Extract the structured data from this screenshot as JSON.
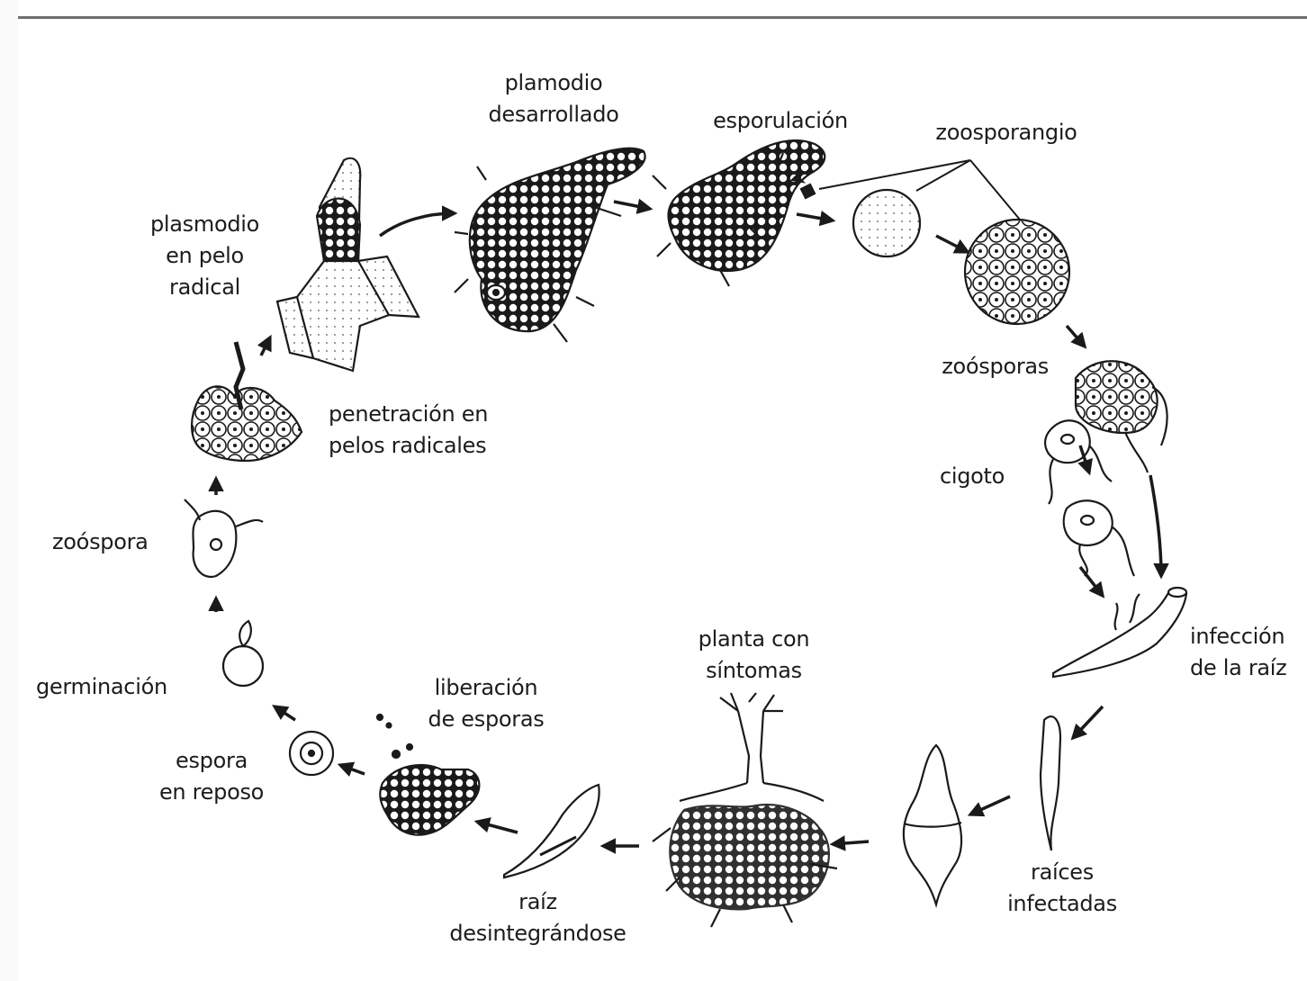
{
  "diagram": {
    "labels": {
      "plasmodio_pelo": [
        "plasmodio",
        "en pelo",
        "radical"
      ],
      "plamodio_desarrollado": [
        "plamodio",
        "desarrollado"
      ],
      "esporulacion": "esporulación",
      "zoosporangio": "zoosporangio",
      "zoosporas": "zoósporas",
      "cigoto": "cigoto",
      "infeccion_raiz": [
        "infección",
        "de la raíz"
      ],
      "raices_infectadas": [
        "raíces",
        "infectadas"
      ],
      "planta_sintomas": [
        "planta con",
        "síntomas"
      ],
      "raiz_desintegrandose": [
        "raíz",
        "desintegrándose"
      ],
      "liberacion_esporas": [
        "liberación",
        "de esporas"
      ],
      "espora_reposo": [
        "espora",
        "en reposo"
      ],
      "germinacion": "germinación",
      "zoospora": "zoóspora",
      "penetracion": [
        "penetración en",
        "pelos radicales"
      ]
    },
    "colors": {
      "ink": "#1a1a1a",
      "background": "#ffffff",
      "frame_line": "#6e6e6e"
    }
  }
}
